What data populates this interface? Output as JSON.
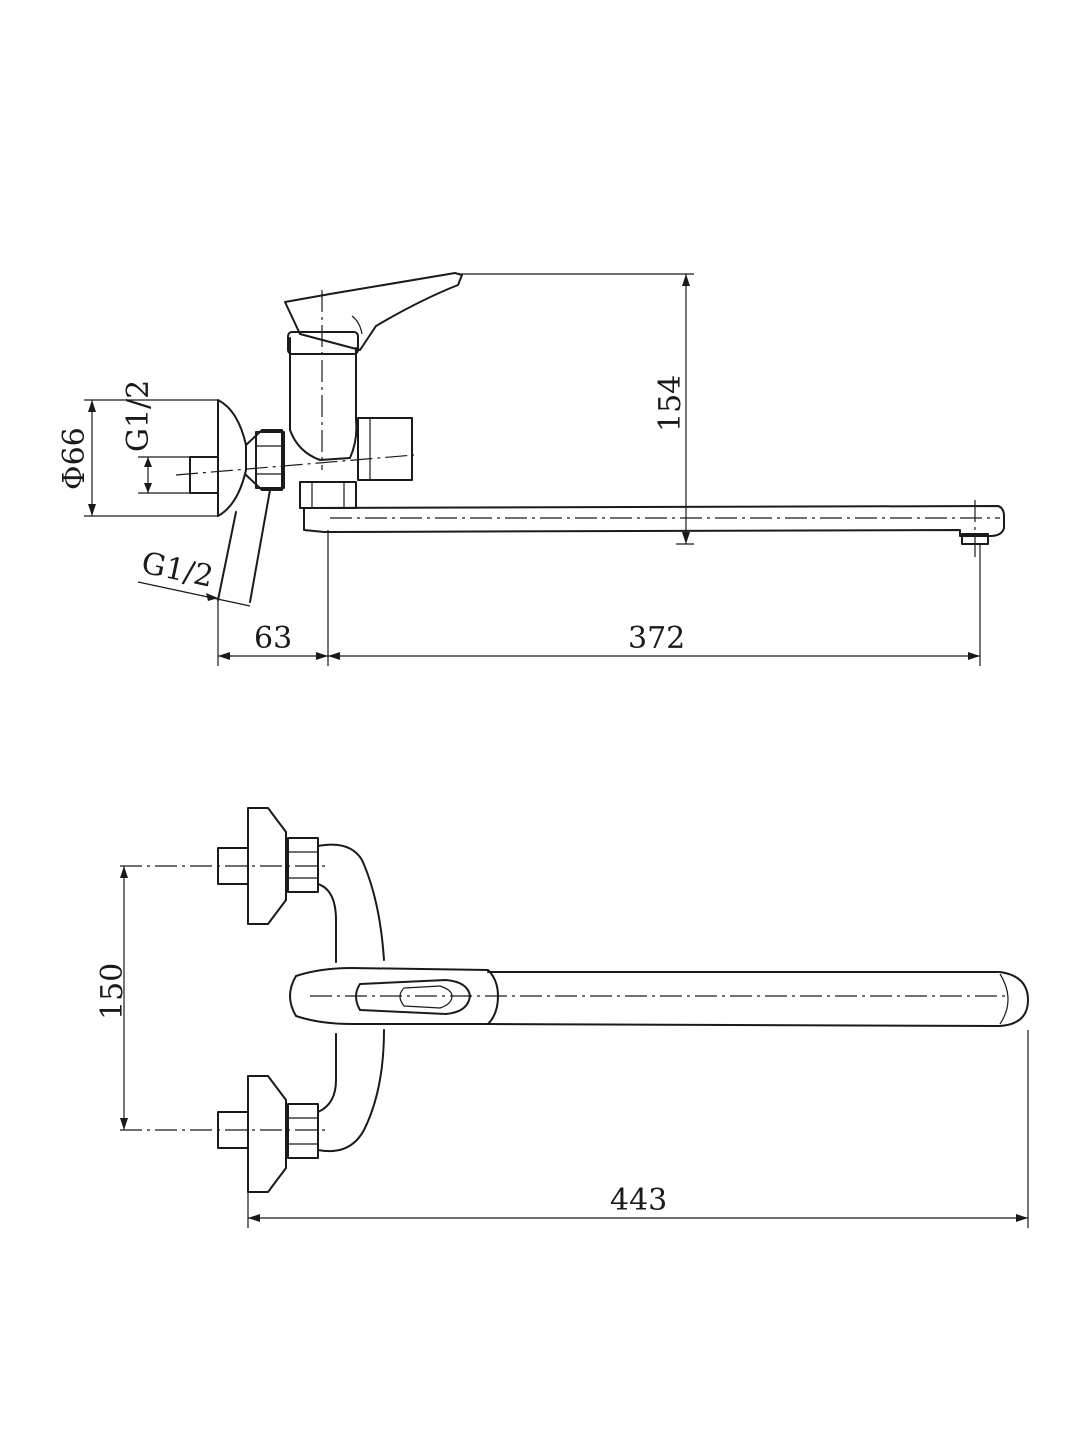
{
  "side_view": {
    "thread_upper_label": "G1/2",
    "flange_diameter_label": "Φ66",
    "thread_lower_label": "G1/2",
    "height_label": "154",
    "wall_offset_label": "63",
    "spout_reach_label": "372"
  },
  "top_view": {
    "inlet_spacing_label": "150",
    "overall_length_label": "443"
  },
  "colors": {
    "line": "#1a1a1a",
    "background": "#ffffff"
  }
}
